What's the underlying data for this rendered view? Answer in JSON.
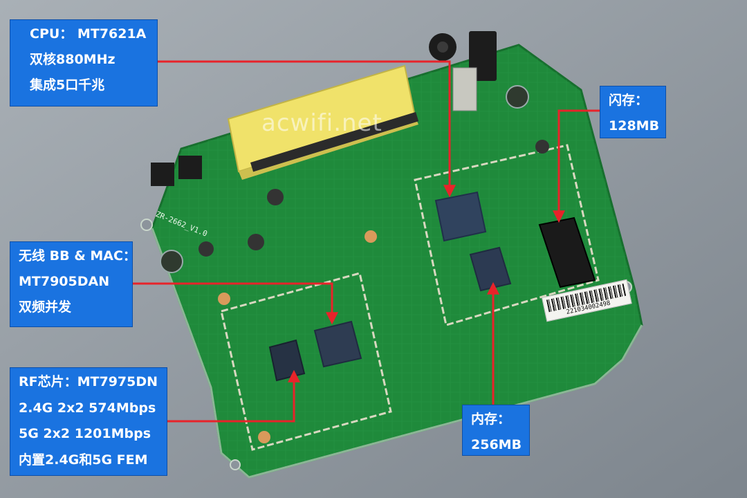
{
  "watermark": "acwifi.net",
  "board": {
    "silkscreen_version": "ZR-2662_V1.0",
    "serial_label": "221034002498"
  },
  "callouts": {
    "cpu": [
      "CPU： MT7621A",
      "双核880MHz",
      "集成5口千兆"
    ],
    "flash": [
      "闪存：",
      "128MB"
    ],
    "wifi_bb_mac": [
      "无线 BB & MAC：",
      "MT7905DAN",
      "双频并发"
    ],
    "rf": [
      "RF芯片：MT7975DN",
      "2.4G 2x2 574Mbps",
      "5G  2x2 1201Mbps",
      "内置2.4G和5G FEM"
    ],
    "ram": [
      "内存：",
      "256MB"
    ]
  },
  "colors": {
    "label_bg": "#1a73e0",
    "arrow": "#e8232a",
    "pcb": "#1f8a3b"
  }
}
